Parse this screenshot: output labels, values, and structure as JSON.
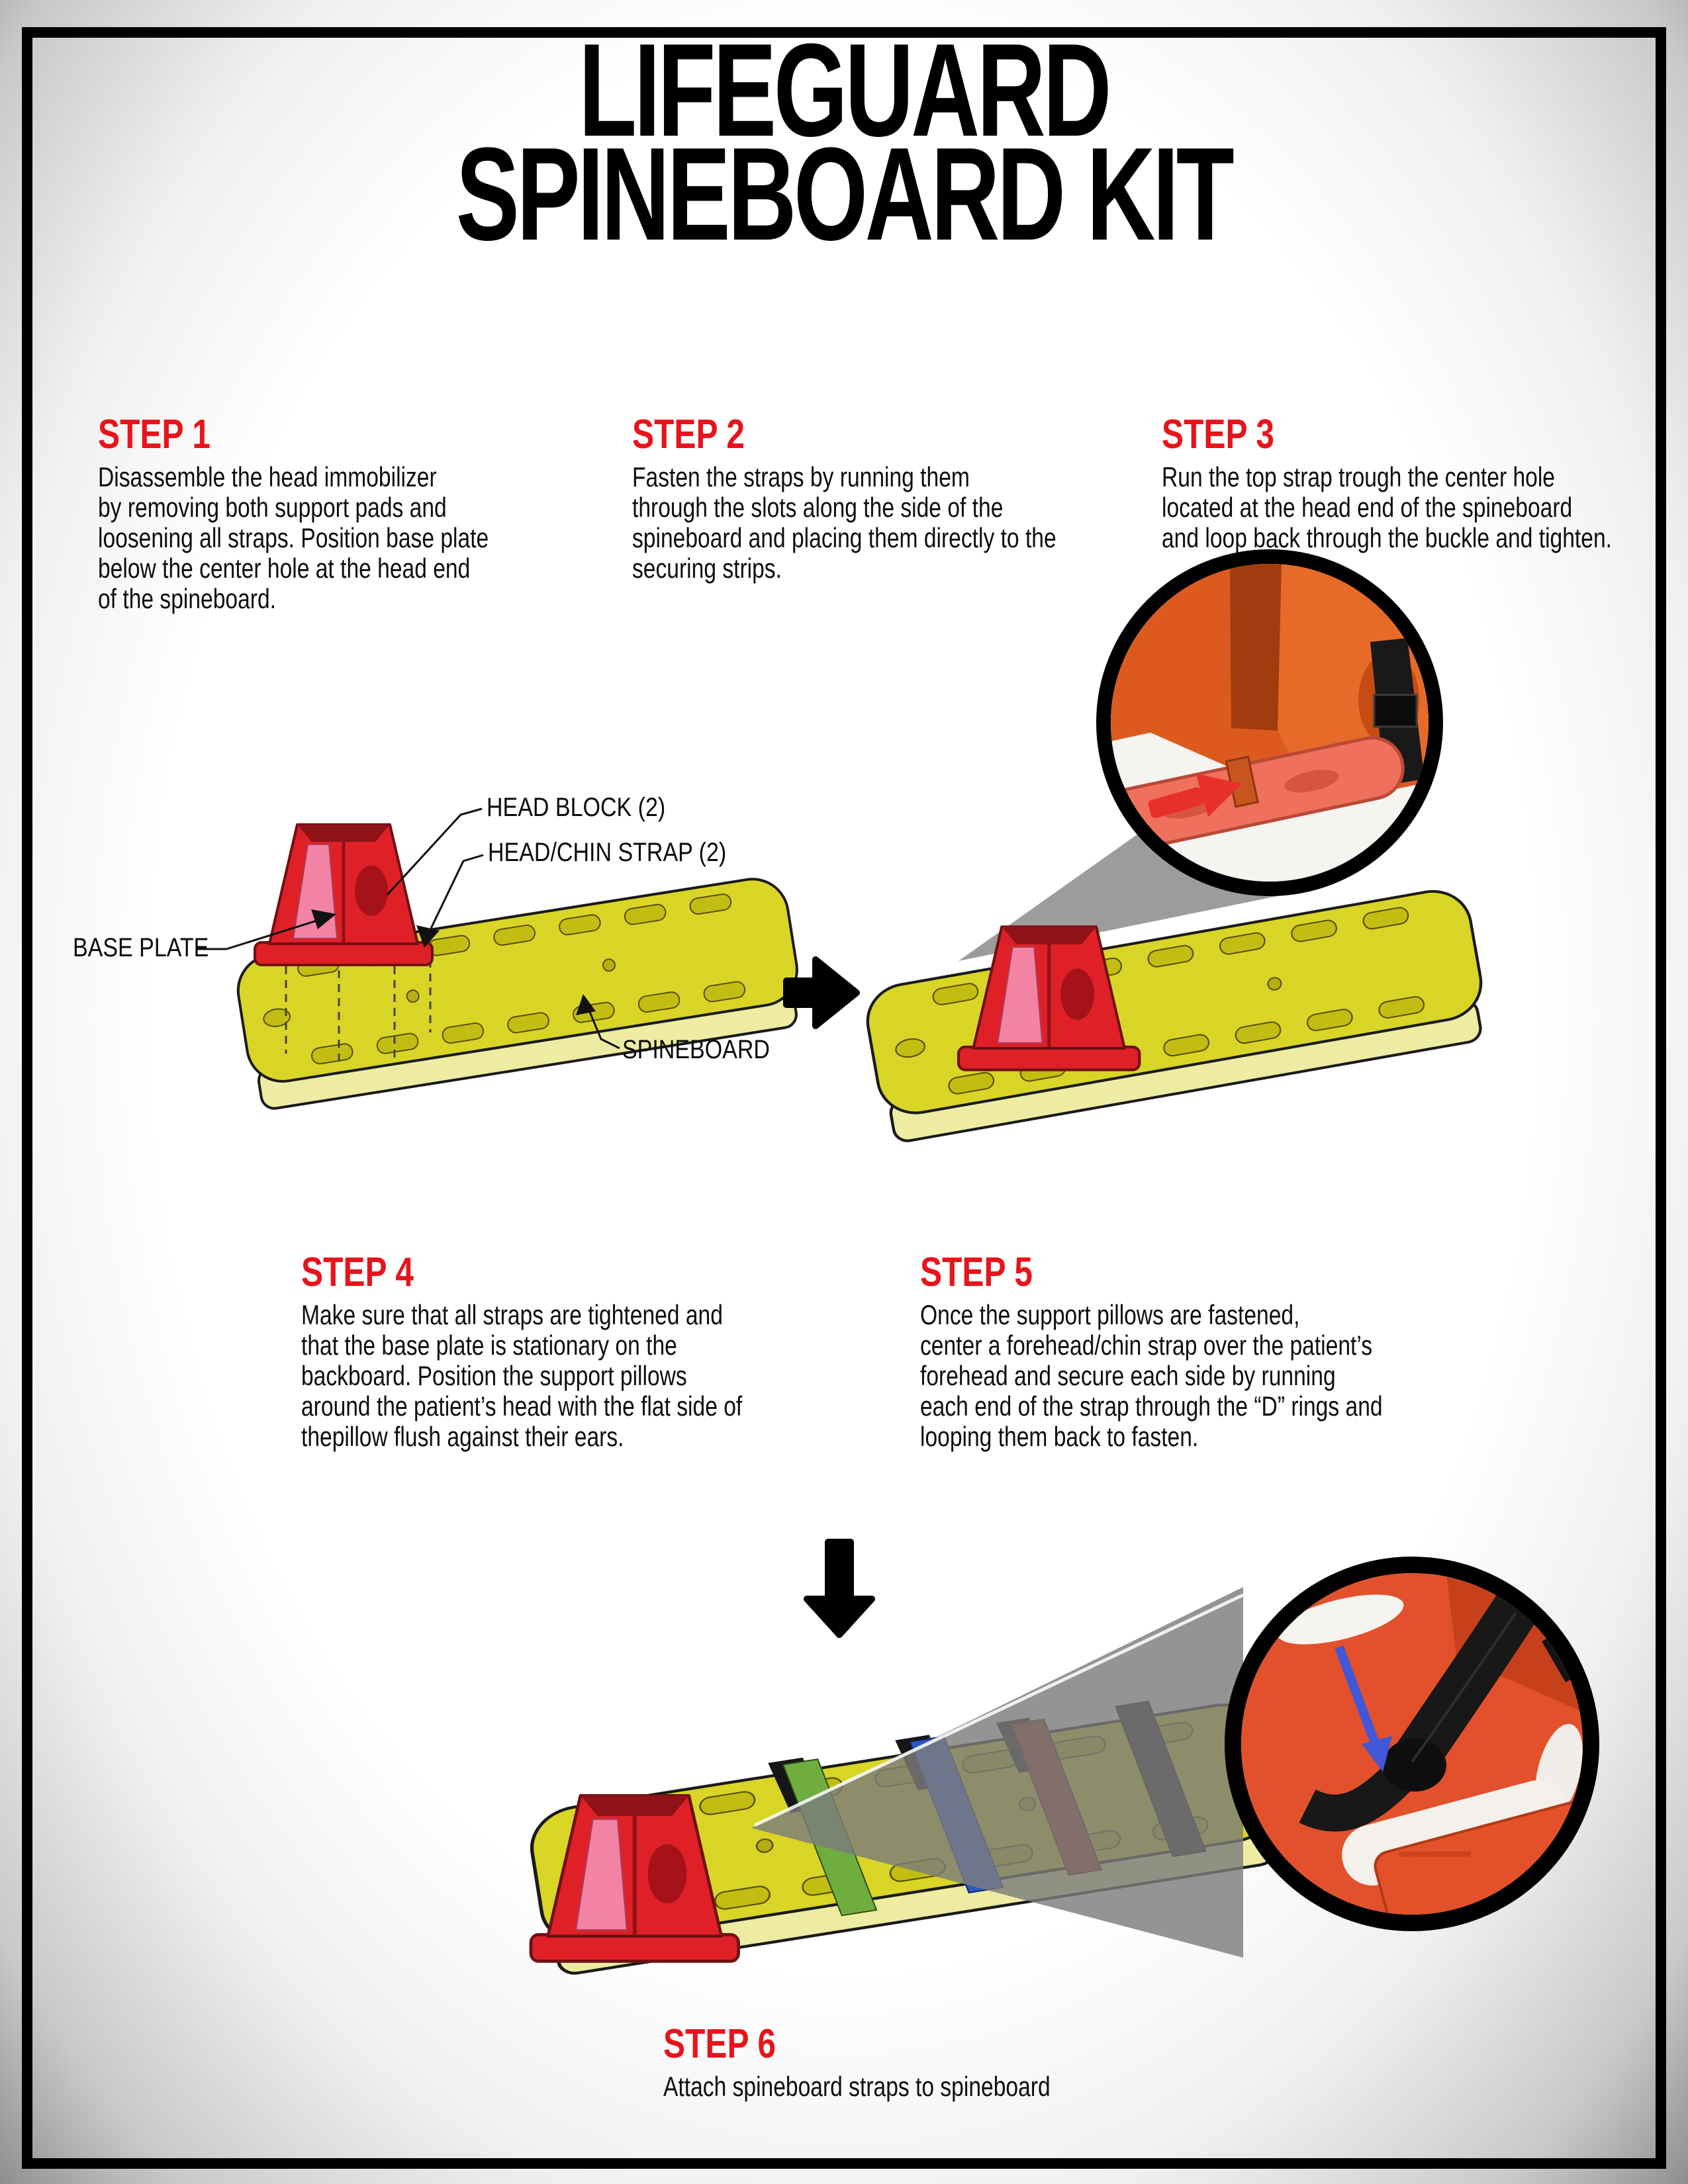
{
  "document": {
    "title_line1": "LIFEGUARD",
    "title_line2": "SPINEBOARD KIT"
  },
  "steps": [
    {
      "label": "STEP 1",
      "body": "Disassemble the head immobilizer\nby removing both support pads and\nloosening all straps. Position base plate\nbelow the center hole at the head end\nof the spineboard."
    },
    {
      "label": "STEP 2",
      "body": "Fasten the straps by running them\nthrough the slots along the side of the\nspineboard and placing them directly to the\nsecuring strips."
    },
    {
      "label": "STEP 3",
      "body": "Run the top strap trough the center hole\nlocated at the head end of the spineboard\nand loop back through the buckle and tighten."
    },
    {
      "label": "STEP 4",
      "body": "Make sure that all straps are tightened and\nthat the base plate is stationary on the\nbackboard. Position the support pillows\naround the patient’s head with the flat side of\nthepillow flush against their ears."
    },
    {
      "label": "STEP 5",
      "body": "Once the support pillows are fastened,\ncenter a forehead/chin strap over the patient’s\nforehead and secure each side by running\neach end of the strap through the “D” rings and\nlooping them back to fasten."
    },
    {
      "label": "STEP 6",
      "body": "Attach spineboard straps to spineboard"
    }
  ],
  "diagram_labels": {
    "head_block": "HEAD BLOCK (2)",
    "head_chin_strap": "HEAD/CHIN STRAP (2)",
    "base_plate": "BASE PLATE",
    "spineboard": "SPINEBOARD"
  },
  "colors": {
    "step_heading_red": "#e8131b",
    "spineboard_yellow": "#d9d526",
    "spineboard_edge": "#eeeca2",
    "head_block_red": "#df2027",
    "head_block_pink": "#f283a5",
    "strap_green": "#6fae3e",
    "strap_blue": "#2b59c9",
    "strap_dark_red": "#9c2d1f",
    "strap_black": "#1f1f1f",
    "photo_orange": "#e2512b",
    "callout_gray": "#9c9c9c"
  }
}
